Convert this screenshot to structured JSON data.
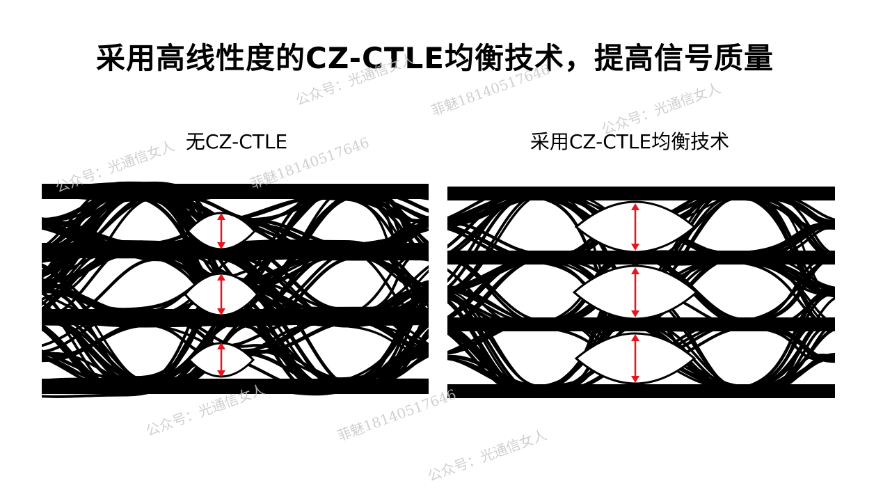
{
  "slide": {
    "title": "采用高线性度的CZ-CTLE均衡技术，提高信号质量",
    "left_panel": {
      "label": "无CZ-CTLE",
      "eye_levels": 4,
      "eye_openings": 3
    },
    "right_panel": {
      "label": "采用CZ-CTLE均衡技术",
      "eye_levels": 4,
      "eye_openings": 3
    }
  },
  "watermarks": {
    "account": "公众号：光通信女人",
    "author": "菲魅18140517646"
  },
  "colors": {
    "background": "#ffffff",
    "trace": "#000000",
    "arrow": "#e8141b",
    "watermark": "#c8c8c8"
  }
}
